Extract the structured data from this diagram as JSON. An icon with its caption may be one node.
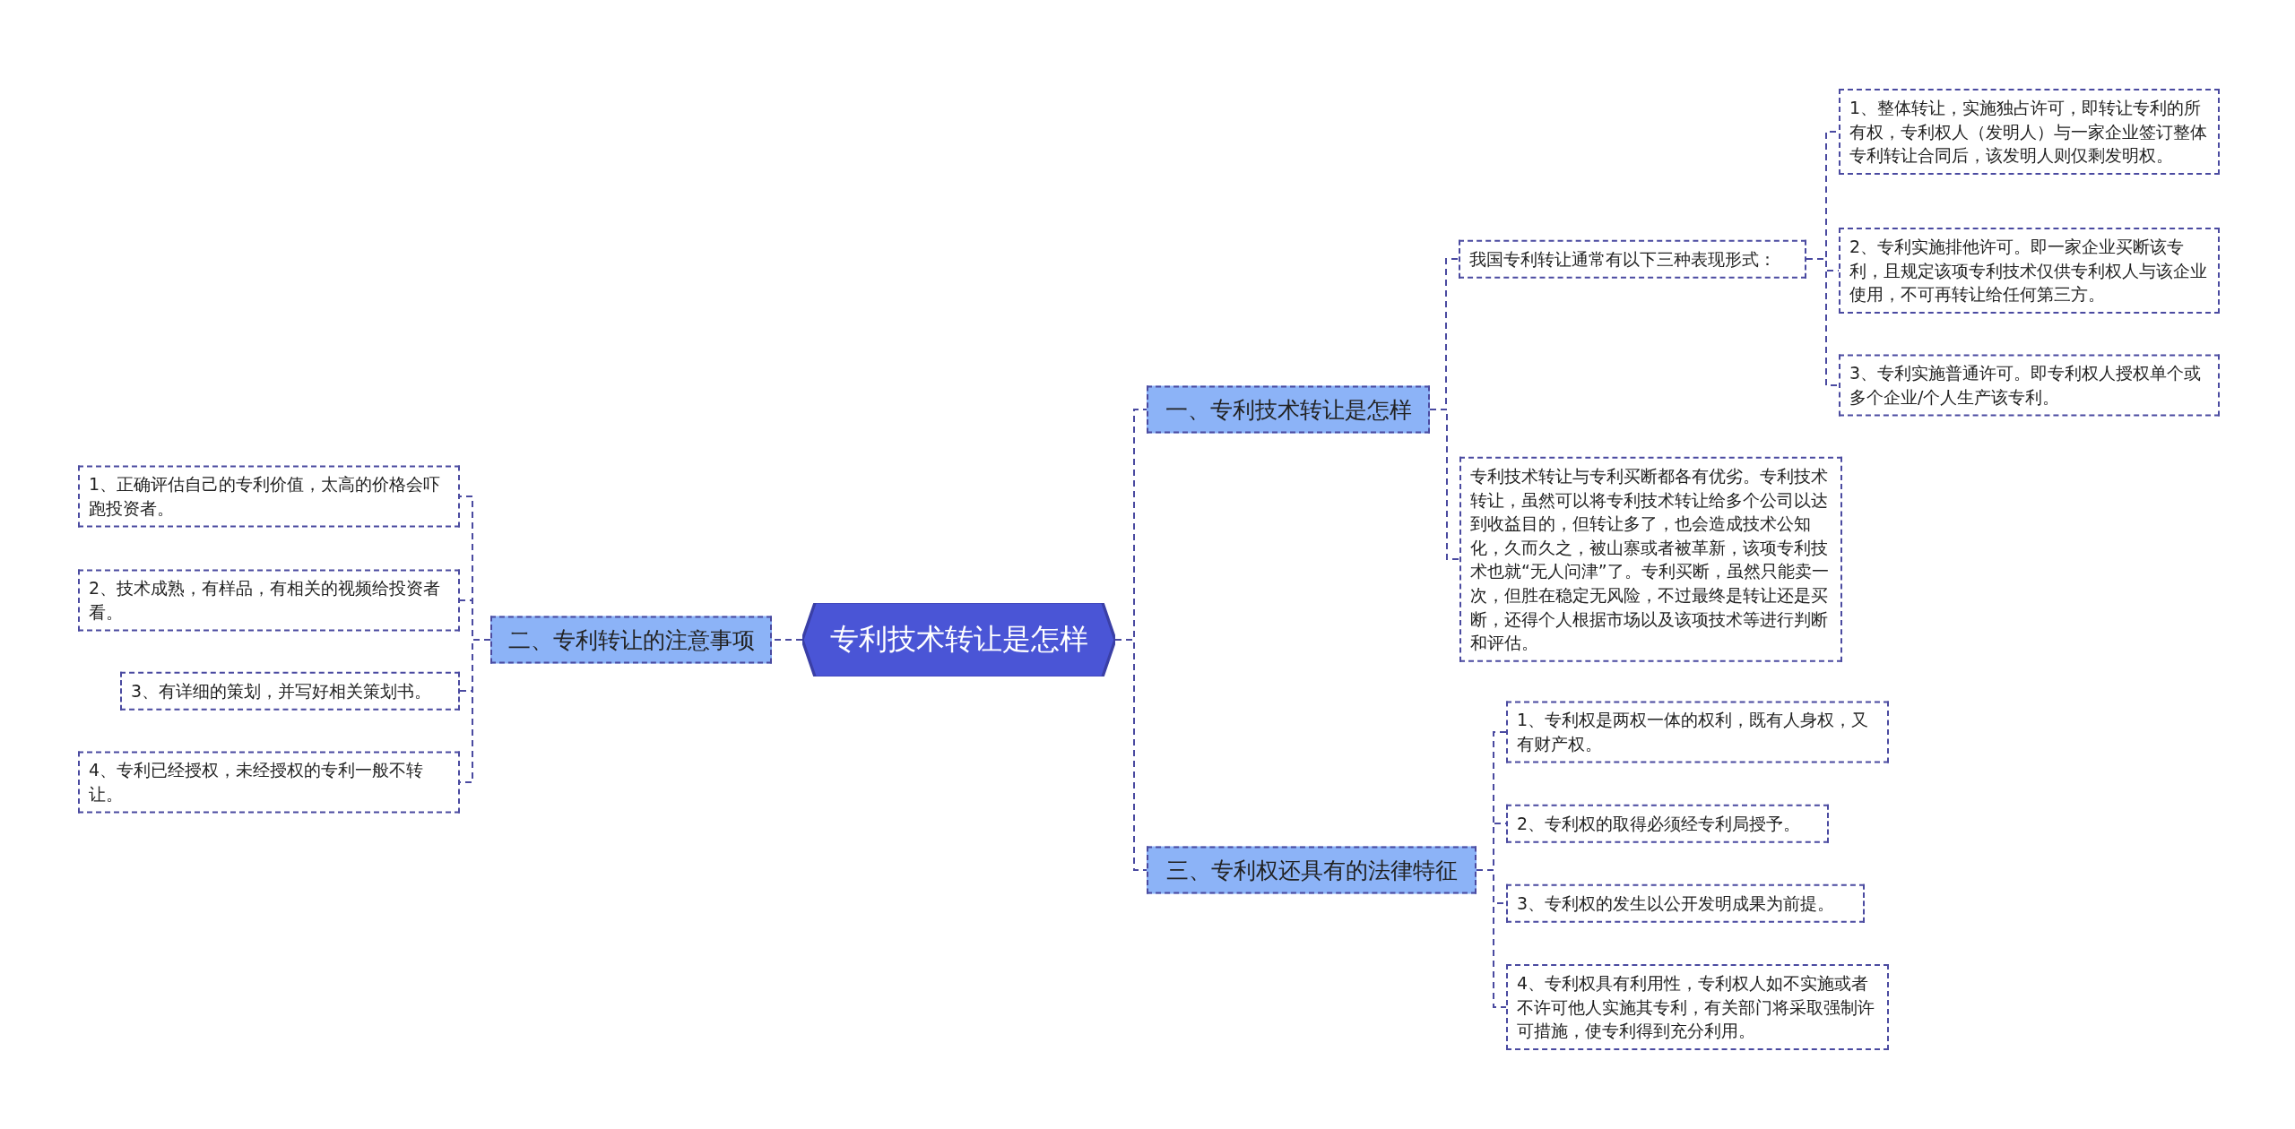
{
  "diagram": {
    "nodes": [
      {
        "text": [
          "专利技术转让是怎样"
        ]
      },
      {
        "text": [
          "一、专利技术转让是怎样"
        ]
      },
      {
        "text": [
          "我国专利转让通常有以下三种表现形式："
        ]
      },
      {
        "text": [
          "1、整体转让，实施独占许可，即转让专利的所有权，专利权人（发明人）与一家企业签订整体专利转让合同后，该发明人则仅剩发明权。"
        ]
      },
      {
        "text": [
          "2、专利实施排他许可。即一家企业买断该专利，且规定该项专利技术仅供专利权人与该企业使用，不可再转让给任何第三方。"
        ]
      },
      {
        "text": [
          "3、专利实施普通许可。即专利权人授权单个或多个企业/个人生产该专利。"
        ]
      },
      {
        "text": [
          "专利技术转让与专利买断都各有优劣。专利技术转让，虽然可以将专利技术转让给多个公司以达到收益目的，但转让多了，也会造成技术公知化，久而久之，被山寨或者被革新，该项专利技术也就“无人问津”了。专利买断，虽然只能卖一次，但胜在稳定无风险，不过最终是转让还是买断，还得个人根据市场以及该项技术等进行判断和评估。"
        ]
      },
      {
        "text": [
          "三、专利权还具有的法律特征"
        ]
      },
      {
        "text": [
          "1、专利权是两权一体的权利，既有人身权，又有财产权。"
        ]
      },
      {
        "text": [
          "2、专利权的取得必须经专利局授予。"
        ]
      },
      {
        "text": [
          "3、专利权的发生以公开发明成果为前提。"
        ]
      },
      {
        "text": [
          "4、专利权具有利用性，专利权人如不实施或者不许可他人实施其专利，有关部门将采取强制许可措施，使专利得到充分利用。"
        ]
      },
      {
        "text": [
          "二、专利转让的注意事项"
        ]
      },
      {
        "text": [
          "1、正确评估自己的专利价值，太高的价格会吓跑投资者。"
        ]
      },
      {
        "text": [
          "2、技术成熟，有样品，有相关的视频给投资者看。"
        ]
      },
      {
        "text": [
          "3、有详细的策划，并写好相关策划书。"
        ]
      },
      {
        "text": [
          "4、专利已经授权，未经授权的专利一般不转让。"
        ]
      }
    ],
    "edges": [
      {
        "from": 0,
        "to": 1,
        "arrow": "none"
      },
      {
        "from": 0,
        "to": 7,
        "arrow": "none"
      },
      {
        "from": 0,
        "to": 12,
        "arrow": "none"
      },
      {
        "from": 1,
        "to": 2,
        "arrow": "none"
      },
      {
        "from": 1,
        "to": 6,
        "arrow": "none"
      },
      {
        "from": 2,
        "to": 3,
        "arrow": "none"
      },
      {
        "from": 2,
        "to": 4,
        "arrow": "none"
      },
      {
        "from": 2,
        "to": 5,
        "arrow": "none"
      },
      {
        "from": 7,
        "to": 8,
        "arrow": "none"
      },
      {
        "from": 7,
        "to": 9,
        "arrow": "none"
      },
      {
        "from": 7,
        "to": 10,
        "arrow": "none"
      },
      {
        "from": 7,
        "to": 11,
        "arrow": "none"
      },
      {
        "from": 12,
        "to": 13,
        "arrow": "none"
      },
      {
        "from": 12,
        "to": 14,
        "arrow": "none"
      },
      {
        "from": 12,
        "to": 15,
        "arrow": "none"
      },
      {
        "from": 12,
        "to": 16,
        "arrow": "none"
      }
    ]
  }
}
